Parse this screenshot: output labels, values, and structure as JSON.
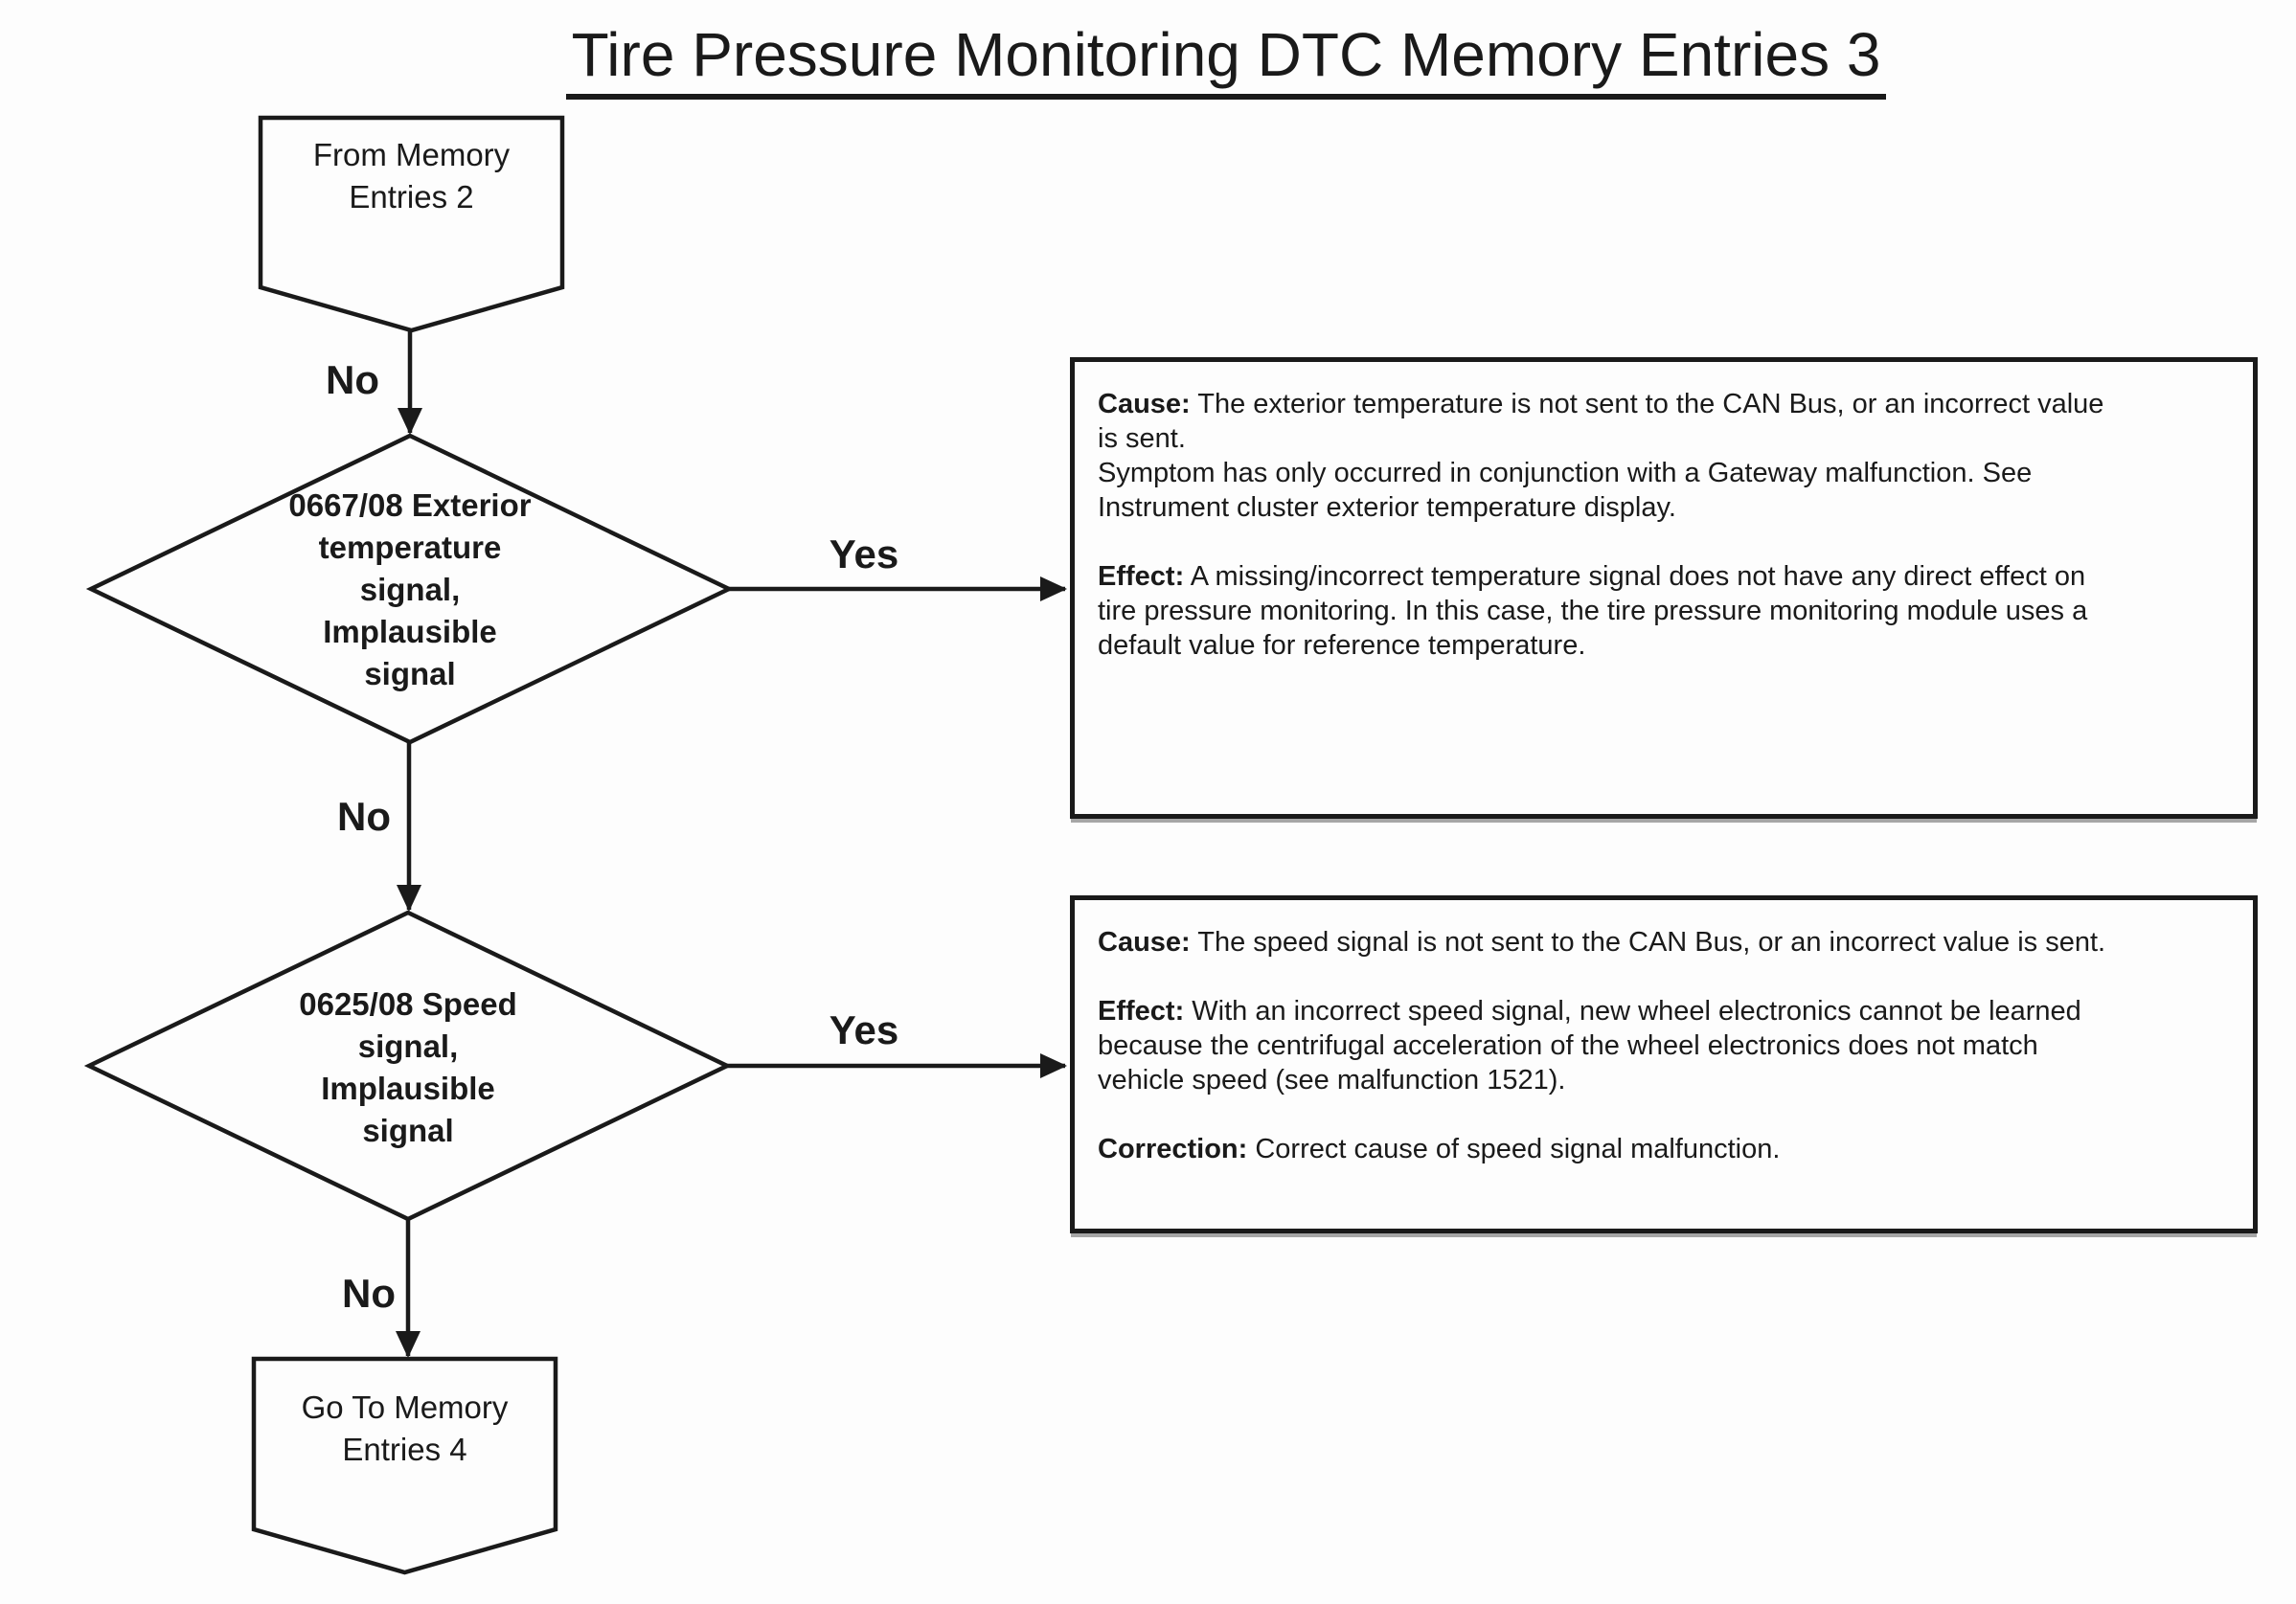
{
  "title": "Tire Pressure Monitoring DTC Memory Entries 3",
  "colors": {
    "ink": "#1a1a1a",
    "background": "#fdfdfd"
  },
  "flow": {
    "start_node": {
      "label": "From Memory\nEntries 2"
    },
    "decision1": {
      "label": "0667/08 Exterior\ntemperature\nsignal,\nImplausible\nsignal"
    },
    "decision2": {
      "label": "0625/08 Speed\nsignal,\nImplausible\nsignal"
    },
    "end_node": {
      "label": "Go To Memory\nEntries 4"
    },
    "edge_labels": {
      "no1": "No",
      "yes1": "Yes",
      "no2": "No",
      "yes2": "Yes",
      "no3": "No"
    }
  },
  "info_box1": {
    "cause_label": "Cause:",
    "cause_text": " The exterior temperature is not sent to the CAN Bus, or an incorrect value\nis sent.\nSymptom has only occurred in conjunction with a Gateway malfunction. See\nInstrument cluster exterior temperature display.",
    "effect_label": "Effect:",
    "effect_text": " A missing/incorrect temperature signal does not have any direct effect on\ntire pressure monitoring. In this case, the tire pressure monitoring module uses a\ndefault value for reference temperature."
  },
  "info_box2": {
    "cause_label": "Cause:",
    "cause_text": " The speed signal is not sent to the CAN Bus, or an incorrect value is sent.",
    "effect_label": "Effect:",
    "effect_text": " With an incorrect speed signal, new wheel electronics cannot be learned\nbecause the centrifugal acceleration of the wheel electronics does not match\nvehicle speed (see malfunction 1521).",
    "correction_label": "Correction:",
    "correction_text": " Correct cause of speed signal malfunction."
  }
}
